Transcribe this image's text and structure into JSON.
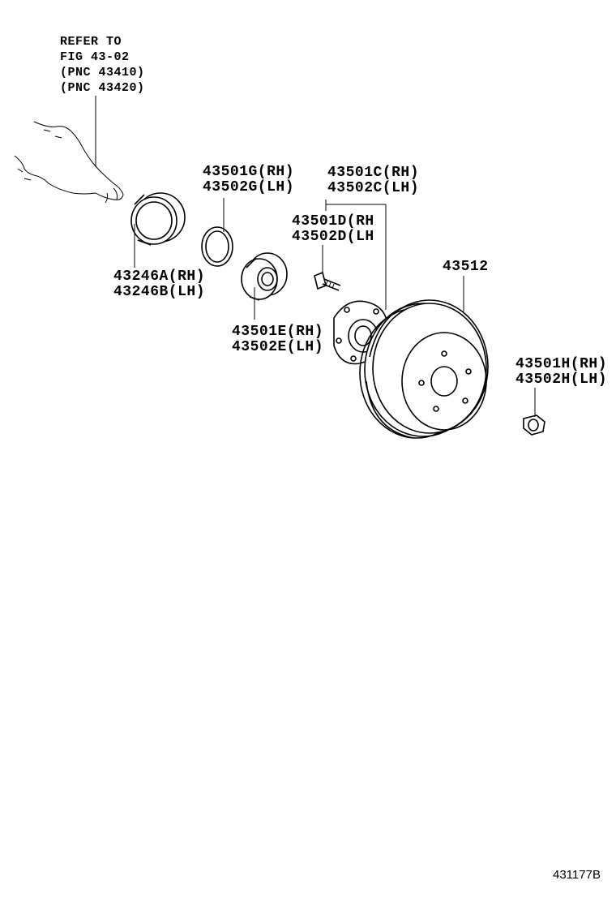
{
  "refer_note": {
    "line1": "REFER TO",
    "line2": "FIG 43-02",
    "line3": "(PNC 43410)",
    "line4": "(PNC 43420)"
  },
  "parts": {
    "p43246A": "43246A(RH)",
    "p43246B": "43246B(LH)",
    "p43501G": "43501G(RH)",
    "p43502G": "43502G(LH)",
    "p43501E": "43501E(RH)",
    "p43502E": "43502E(LH)",
    "p43501C": "43501C(RH)",
    "p43502C": "43502C(LH)",
    "p43501D": "43501D(RH",
    "p43502D": "43502D(LH",
    "p43512": "43512",
    "p43501H": "43501H(RH)",
    "p43502H": "43502H(LH)"
  },
  "figure_number": "431177B"
}
